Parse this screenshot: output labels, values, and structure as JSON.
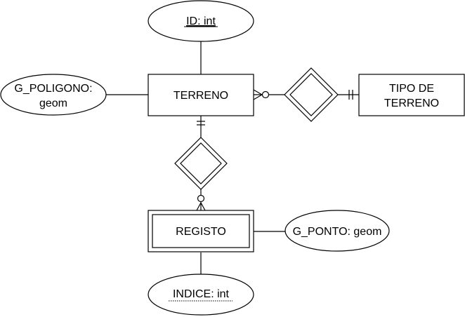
{
  "entities": {
    "terreno": "TERRENO",
    "tipo_line1": "TIPO DE",
    "tipo_line2": "TERRENO",
    "registo": "REGISTO"
  },
  "attributes": {
    "id": "ID: int",
    "g_poligono_line1": "G_POLIGONO:",
    "g_poligono_line2": "geom",
    "g_ponto": "G_PONTO: geom",
    "indice": "INDICE: int"
  }
}
